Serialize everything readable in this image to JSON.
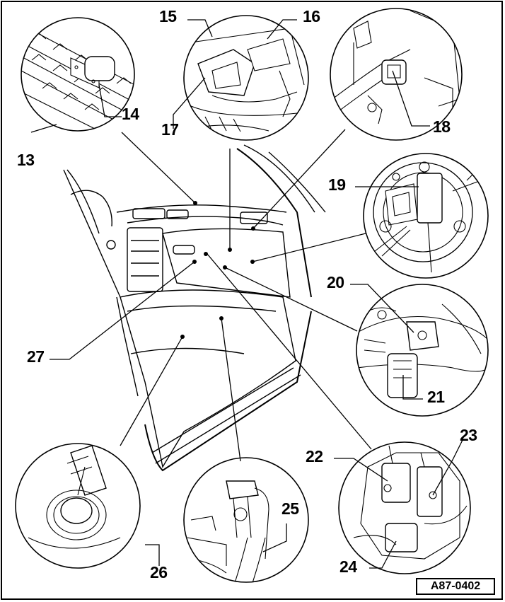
{
  "callouts": {
    "c13": "13",
    "c14": "14",
    "c15": "15",
    "c16": "16",
    "c17": "17",
    "c18": "18",
    "c19": "19",
    "c20": "20",
    "c21": "21",
    "c22": "22",
    "c23": "23",
    "c24": "24",
    "c25": "25",
    "c26": "26",
    "c27": "27"
  },
  "figure_reference": "A87-0402"
}
